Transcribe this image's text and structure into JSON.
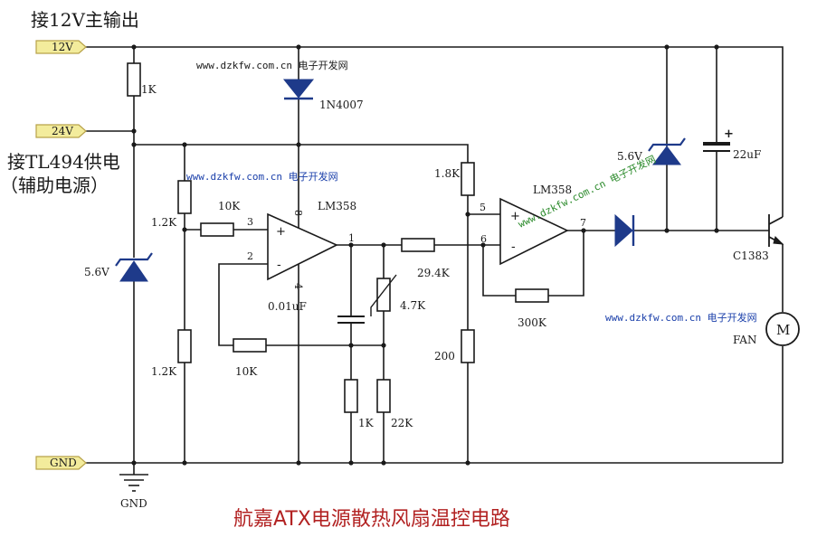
{
  "heading_12v": "接12V主输出",
  "heading_tl494_line1": "接TL494供电",
  "heading_tl494_line2": "（辅助电源）",
  "title": "航嘉ATX电源散热风扇温控电路",
  "watermark": "www.dzkfw.com.cn 电子开发网",
  "terminals": {
    "v12": "12V",
    "v24": "24V",
    "gnd": "GND"
  },
  "ground_label": "GND",
  "opamp1": {
    "name": "LM358",
    "pin_plus": "+",
    "pin_minus": "-",
    "pin3": "3",
    "pin2": "2",
    "pin1": "1",
    "pin8": "8",
    "pin4": "4"
  },
  "opamp2": {
    "name": "LM358",
    "pin_plus": "+",
    "pin_minus": "-",
    "pin5": "5",
    "pin6": "6",
    "pin7": "7"
  },
  "components": {
    "r_1k_top": "1K",
    "d_1n4007": "1N4007",
    "zener_left": "5.6V",
    "r_1_2k_top": "1.2K",
    "r_1_2k_bottom": "1.2K",
    "r_10k_in": "10K",
    "r_10k_fb": "10K",
    "c_001": "0.01uF",
    "thermistor": "4.7K",
    "r_1k_low": "1K",
    "r_22k": "22K",
    "r_29_4k": "29.4K",
    "r_1_8k": "1.8K",
    "r_200": "200",
    "r_300k": "300K",
    "zener_right": "5.6V",
    "c_22uf": "22uF",
    "transistor": "C1383",
    "fan": "FAN",
    "motor_symbol": "M"
  },
  "colors": {
    "wire": "#1a1a1a",
    "diode_fill": "#1e3a8a",
    "terminal_fill": "#f3ec9c",
    "terminal_stroke": "#b8a24a",
    "title_color": "#b22222",
    "watermark_color": "#1a3faa"
  }
}
